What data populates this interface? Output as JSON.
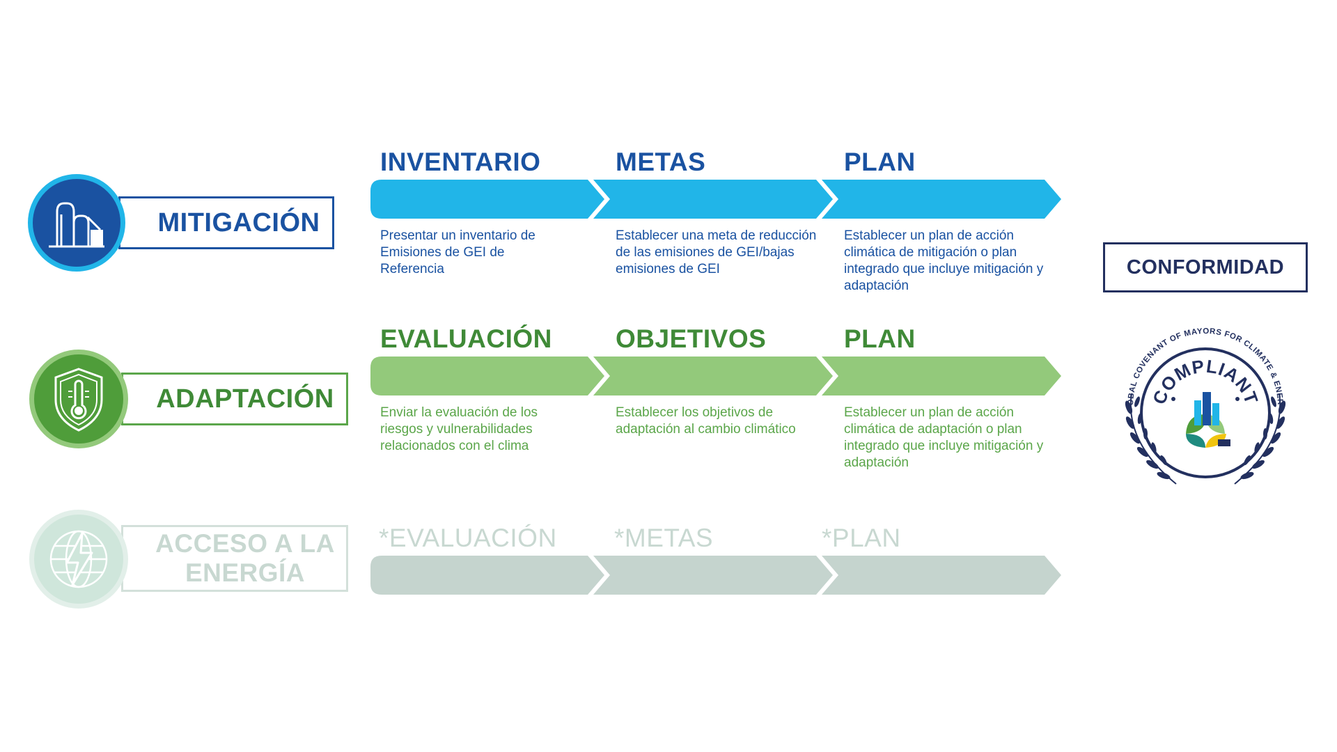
{
  "colors": {
    "mitigation_dark": "#1a52a1",
    "mitigation_light": "#21b5e8",
    "mitigation_text": "#1a52a1",
    "adaptation_dark": "#4f9d3a",
    "adaptation_light": "#93c97b",
    "adaptation_text": "#3f8a37",
    "energy_light": "#c5d4ce",
    "energy_text": "#c8d8d1",
    "conformity": "#23305f"
  },
  "rows": [
    {
      "key": "mitigation",
      "label": "MITIGACIÓN",
      "icon": "factory-icon",
      "steps": [
        {
          "title": "INVENTARIO",
          "description": "Presentar un inventario de Emisiones de GEI de Referencia"
        },
        {
          "title": "METAS",
          "description": "Establecer una meta de reducción de las emisiones de GEI/bajas emisiones de GEI"
        },
        {
          "title": "PLAN",
          "description": "Establecer un plan de acción climática de mitigación o plan integrado que incluye mitigación y adaptación"
        }
      ]
    },
    {
      "key": "adaptation",
      "label": "ADAPTACIÓN",
      "icon": "thermometer-shield-icon",
      "steps": [
        {
          "title": "EVALUACIÓN",
          "description": "Enviar la evaluación de los riesgos y vulnerabilidades relacionados con el clima"
        },
        {
          "title": "OBJETIVOS",
          "description": "Establecer los objetivos de adaptación al cambio climático"
        },
        {
          "title": "PLAN",
          "description": "Establecer un plan de acción climática de adaptación o plan integrado que incluye mitigación y adaptación"
        }
      ]
    },
    {
      "key": "energy",
      "label_line1": "ACCESO A LA",
      "label_line2": "ENERGÍA",
      "icon": "lightning-globe-icon",
      "steps": [
        {
          "title": "*EVALUACIÓN"
        },
        {
          "title": "*METAS"
        },
        {
          "title": "*PLAN"
        }
      ]
    }
  ],
  "conformity": {
    "label": "CONFORMIDAD",
    "seal": {
      "ring_text": "GLOBAL COVENANT OF MAYORS FOR CLIMATE & ENERGY",
      "center_text": "COMPLIANT",
      "icon": "compliant-seal-icon"
    }
  }
}
